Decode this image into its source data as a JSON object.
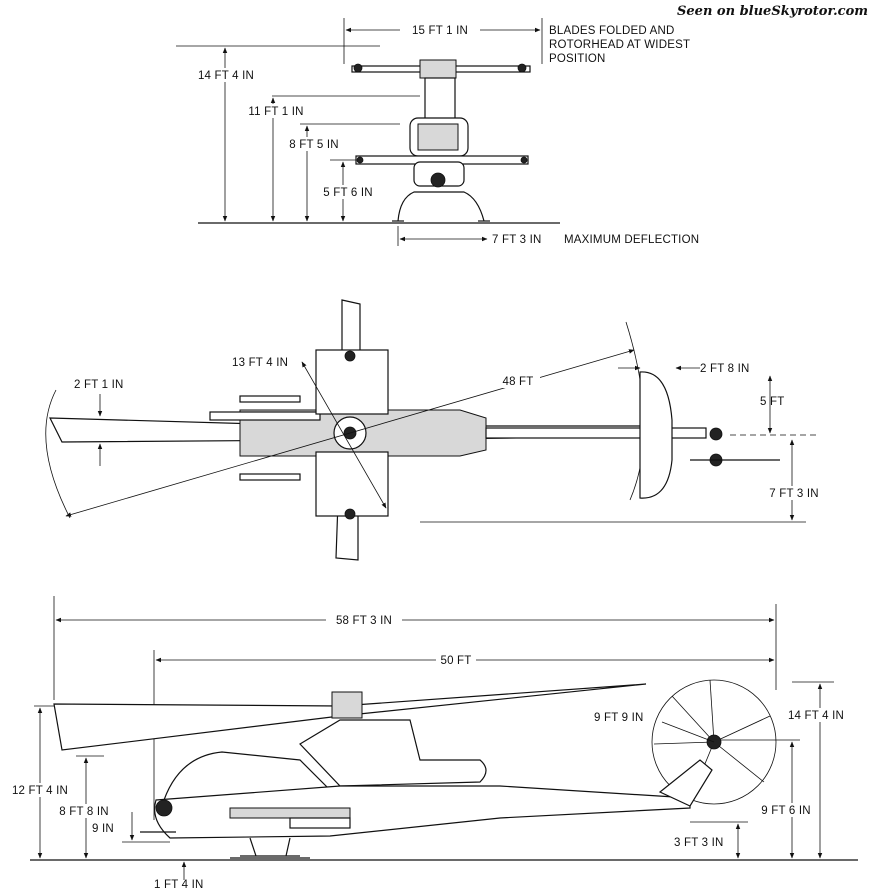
{
  "watermark": "Seen on blueSkyrotor.com",
  "front_view": {
    "width_label": "15 FT 1 IN",
    "note_line1": "BLADES FOLDED AND",
    "note_line2": "ROTORHEAD AT WIDEST",
    "note_line3": "POSITION",
    "h1": "14 FT 4 IN",
    "h2": "11 FT 1 IN",
    "h3": "8 FT 5 IN",
    "h4": "5 FT 6 IN",
    "deflection_label": "7 FT 3 IN",
    "deflection_note": "MAXIMUM DEFLECTION"
  },
  "top_view": {
    "rotor_diameter": "48 FT",
    "blade_chord": "2 FT 1 IN",
    "folded_width": "13 FT 4 IN",
    "tail_rotor_chord": "2 FT 8 IN",
    "tail_offset": "5 FT",
    "tail_rotor_span": "7 FT 3 IN"
  },
  "side_view": {
    "overall_length": "58 FT 3 IN",
    "fuselage_length": "50 FT",
    "height_rotor": "12 FT 4 IN",
    "nose_height": "8 FT 8 IN",
    "gun_height": "9 IN",
    "ground_clearance": "1 FT 4 IN",
    "tail_rotor_diameter": "9 FT 9 IN",
    "tail_height": "14 FT 4 IN",
    "tail_hub_height": "9 FT 6 IN",
    "tail_skid_height": "3 FT 3 IN"
  }
}
